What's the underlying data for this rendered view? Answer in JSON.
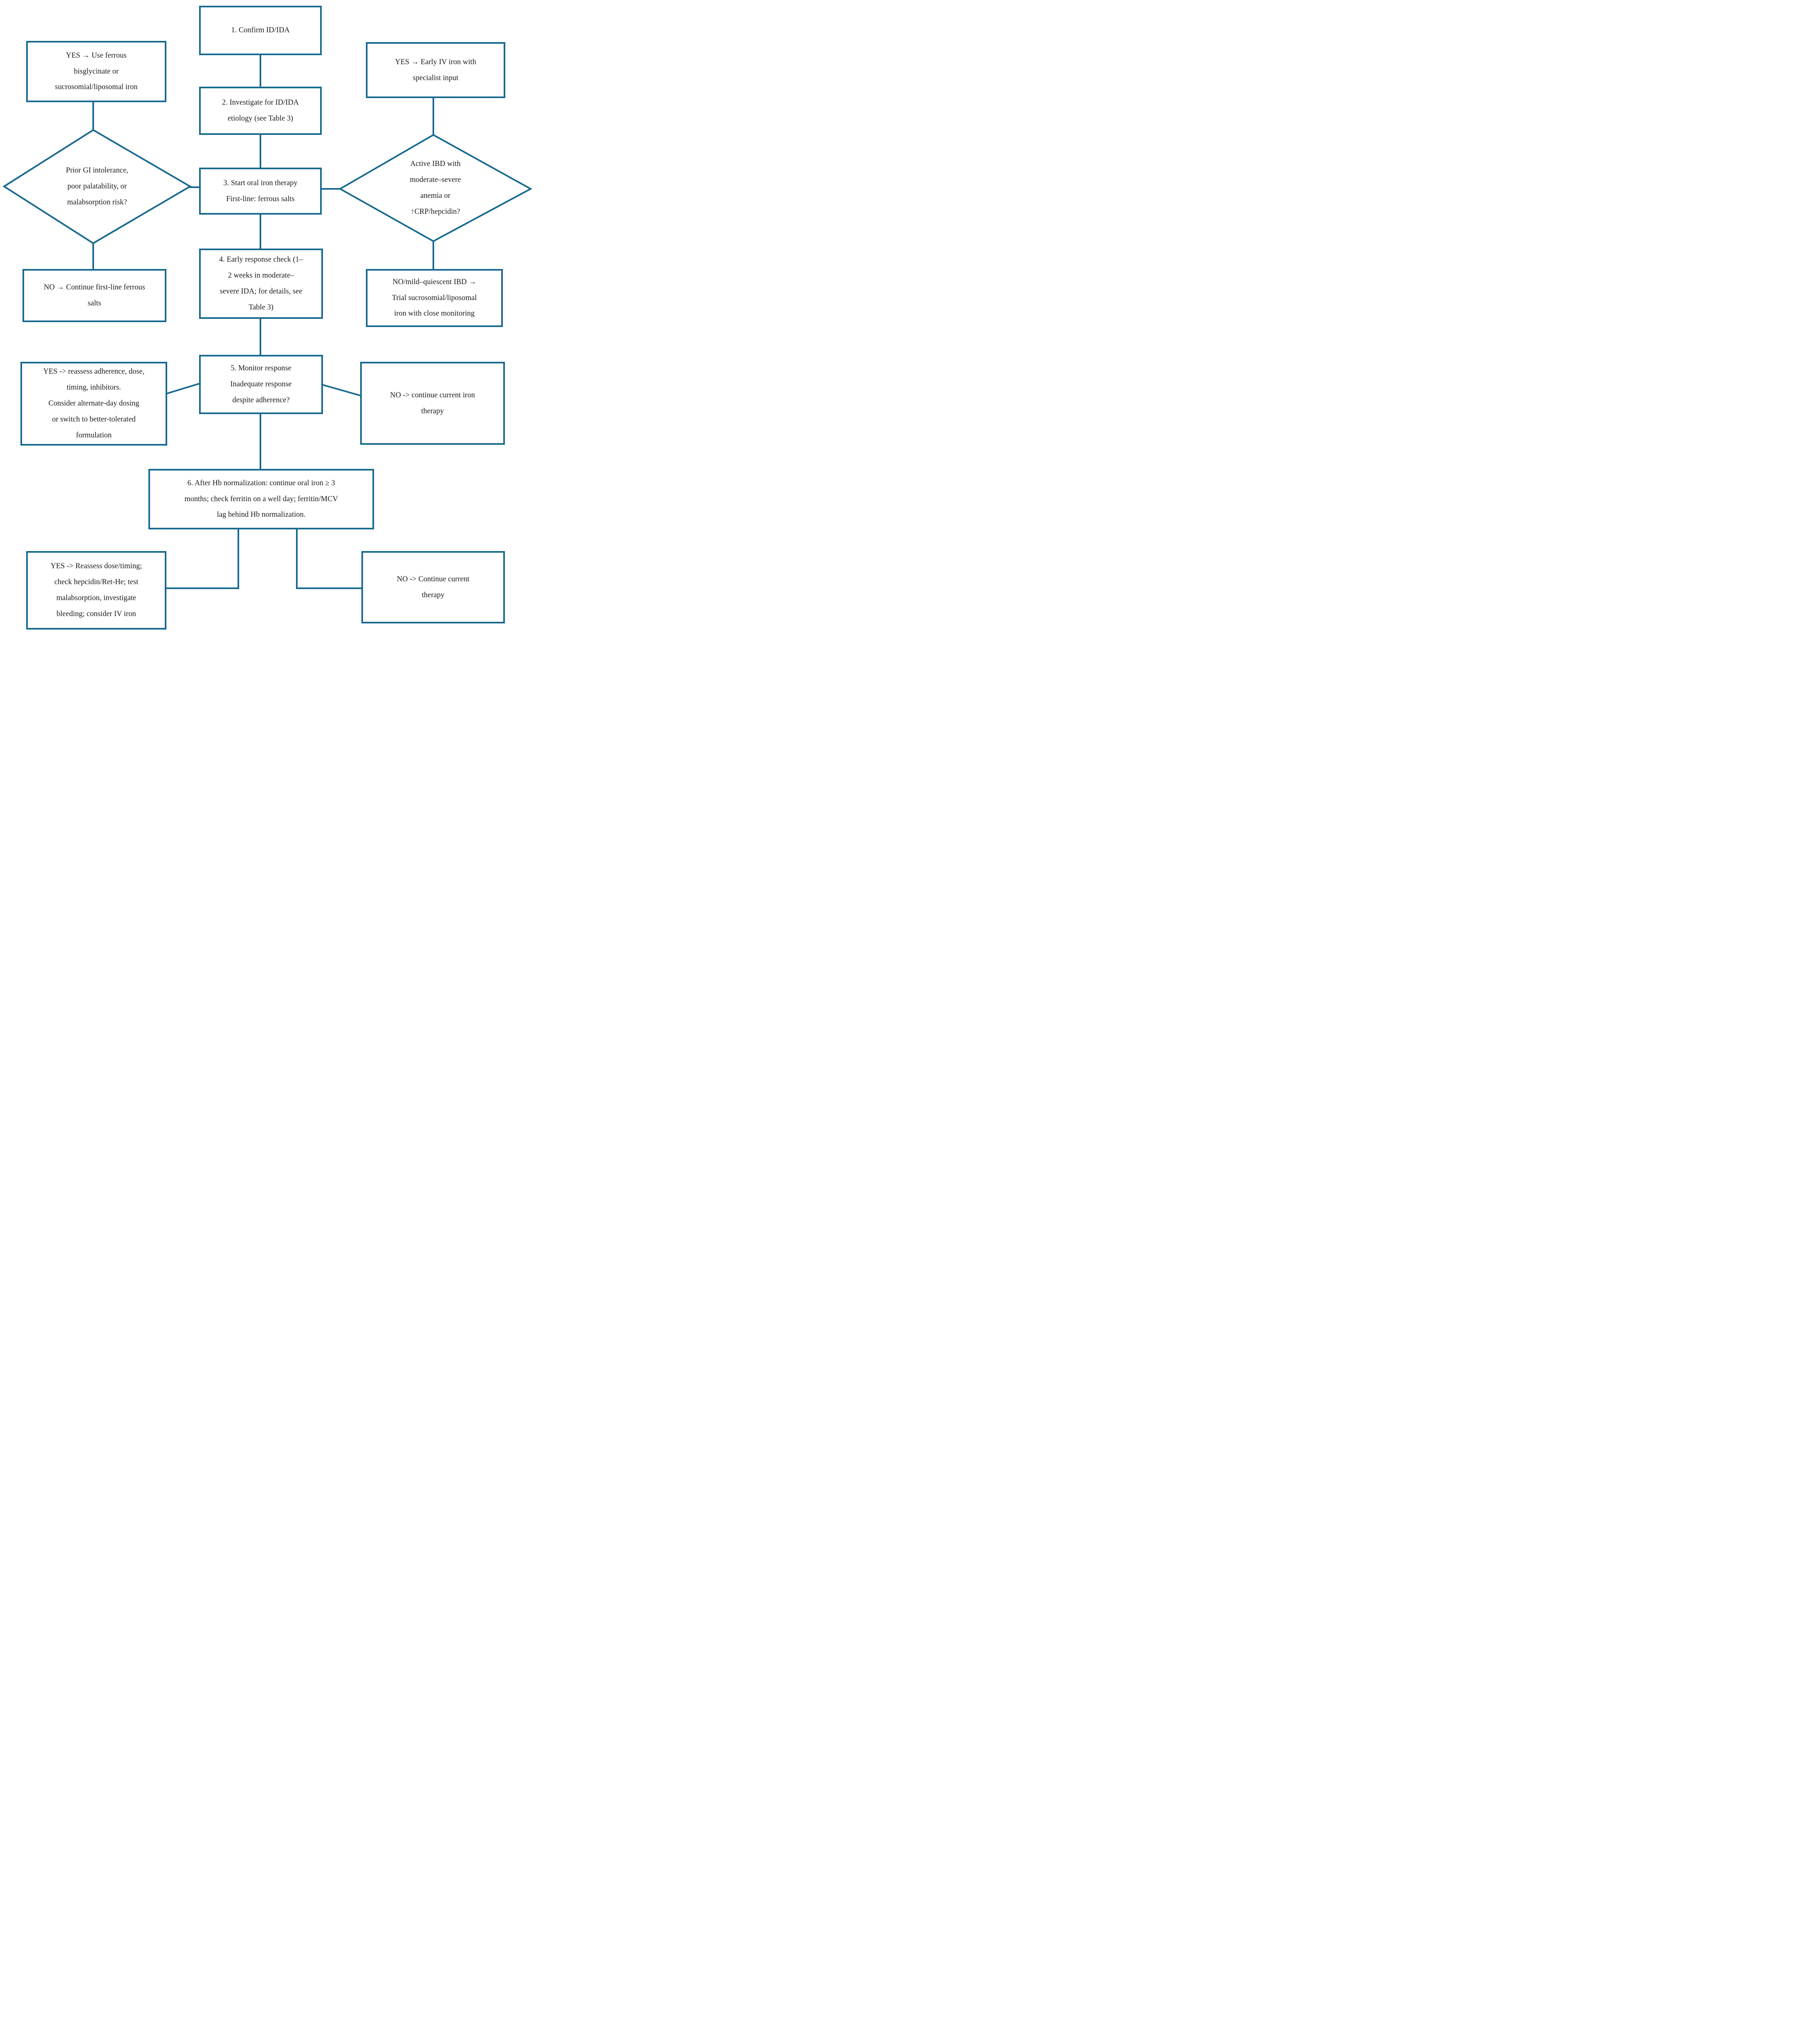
{
  "diagram": {
    "title": "Oral iron therapy decision flowchart for ID/IDA",
    "colors": {
      "accent": "#17698F",
      "text": "#1A1A1A",
      "background": "#FFFFFF"
    },
    "nodes": {
      "box1": {
        "label": "1. Confirm ID/IDA"
      },
      "yes_tl": {
        "label": "YES → Use ferrous\nbisglycinate or\nsucrosomial/liposomal iron"
      },
      "yes_tr": {
        "label": "YES → Early IV iron with\nspecialist input"
      },
      "box2": {
        "label": "2. Investigate for ID/IDA\netiology (see Table 3)"
      },
      "dia_l": {
        "label": "Prior GI intolerance,\npoor palatability, or\nmalabsorption risk?"
      },
      "box3": {
        "label": "3. Start oral iron therapy\nFirst-line: ferrous salts"
      },
      "dia_r": {
        "label": "Active IBD with\nmoderate–severe\nanemia or\n↑CRP/hepcidin?"
      },
      "box4": {
        "label": "4. Early response check (1–\n2 weeks in moderate–\nsevere IDA; for details, see\nTable 3)"
      },
      "no_l4": {
        "label": "NO → Continue first-line ferrous\nsalts"
      },
      "no_r4": {
        "label": "NO/mild–quiescent IBD →\nTrial sucrosomial/liposomal\niron with close monitoring"
      },
      "box5": {
        "label": "5. Monitor response\nInadequate response\ndespite adherence?"
      },
      "yes_l5": {
        "label": "YES -> reassess adherence, dose,\ntiming, inhibitors.\nConsider alternate-day dosing\nor switch to better-tolerated\nformulation"
      },
      "no_r5": {
        "label": "NO -> continue current iron\ntherapy"
      },
      "box6": {
        "label": "6. After Hb normalization: continue oral iron ≥ 3\nmonths; check ferritin on a well day; ferritin/MCV\nlag behind Hb normalization."
      },
      "yes_bl": {
        "label": "YES -> Reassess dose/timing;\ncheck hepcidin/Ret-He; test\nmalabsorption, investigate\nbleeding; consider IV iron"
      },
      "no_br": {
        "label": "NO -> Continue current\ntherapy"
      }
    }
  }
}
